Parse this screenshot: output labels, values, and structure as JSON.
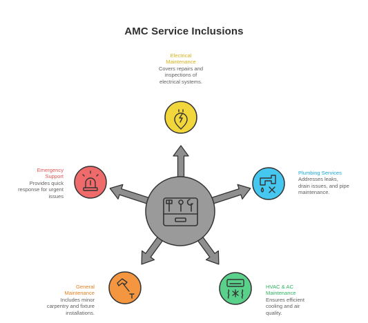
{
  "title": "AMC Service Inclusions",
  "colors": {
    "hub": "#9a9a9a",
    "outline": "#333333",
    "electrical": "#f2d73c",
    "plumbing": "#45c7ef",
    "hvac": "#5ad18a",
    "general": "#f3963f",
    "emergency": "#ef6b6b",
    "electrical_text": "#d6b21c",
    "plumbing_text": "#1aa9d6",
    "hvac_text": "#2fb561",
    "general_text": "#e27f22",
    "emergency_text": "#e25555"
  },
  "center": {
    "icon": "toolbox-icon"
  },
  "nodes": {
    "electrical": {
      "title_line1": "Electrical",
      "title_line2": "Maintenance",
      "desc_line1": "Covers repairs and",
      "desc_line2": "inspections of",
      "desc_line3": "electrical systems.",
      "icon": "electric-plug-icon"
    },
    "plumbing": {
      "title_line1": "Plumbing Services",
      "desc_line1": "Addresses leaks,",
      "desc_line2": "drain issues, and pipe",
      "desc_line3": "maintenance.",
      "icon": "faucet-icon"
    },
    "hvac": {
      "title_line1": "HVAC & AC",
      "title_line2": "Maintenance",
      "desc_line1": "Ensures efficient",
      "desc_line2": "cooling and air",
      "desc_line3": "quality.",
      "icon": "air-conditioner-icon"
    },
    "general": {
      "title_line1": "General",
      "title_line2": "Maintenance",
      "desc_line1": "Includes minor",
      "desc_line2": "carpentry and fixture",
      "desc_line3": "installations.",
      "icon": "hammer-icon"
    },
    "emergency": {
      "title_line1": "Emergency",
      "title_line2": "Support",
      "desc_line1": "Provides quick",
      "desc_line2": "response for urgent",
      "desc_line3": "issues",
      "icon": "siren-icon"
    }
  }
}
